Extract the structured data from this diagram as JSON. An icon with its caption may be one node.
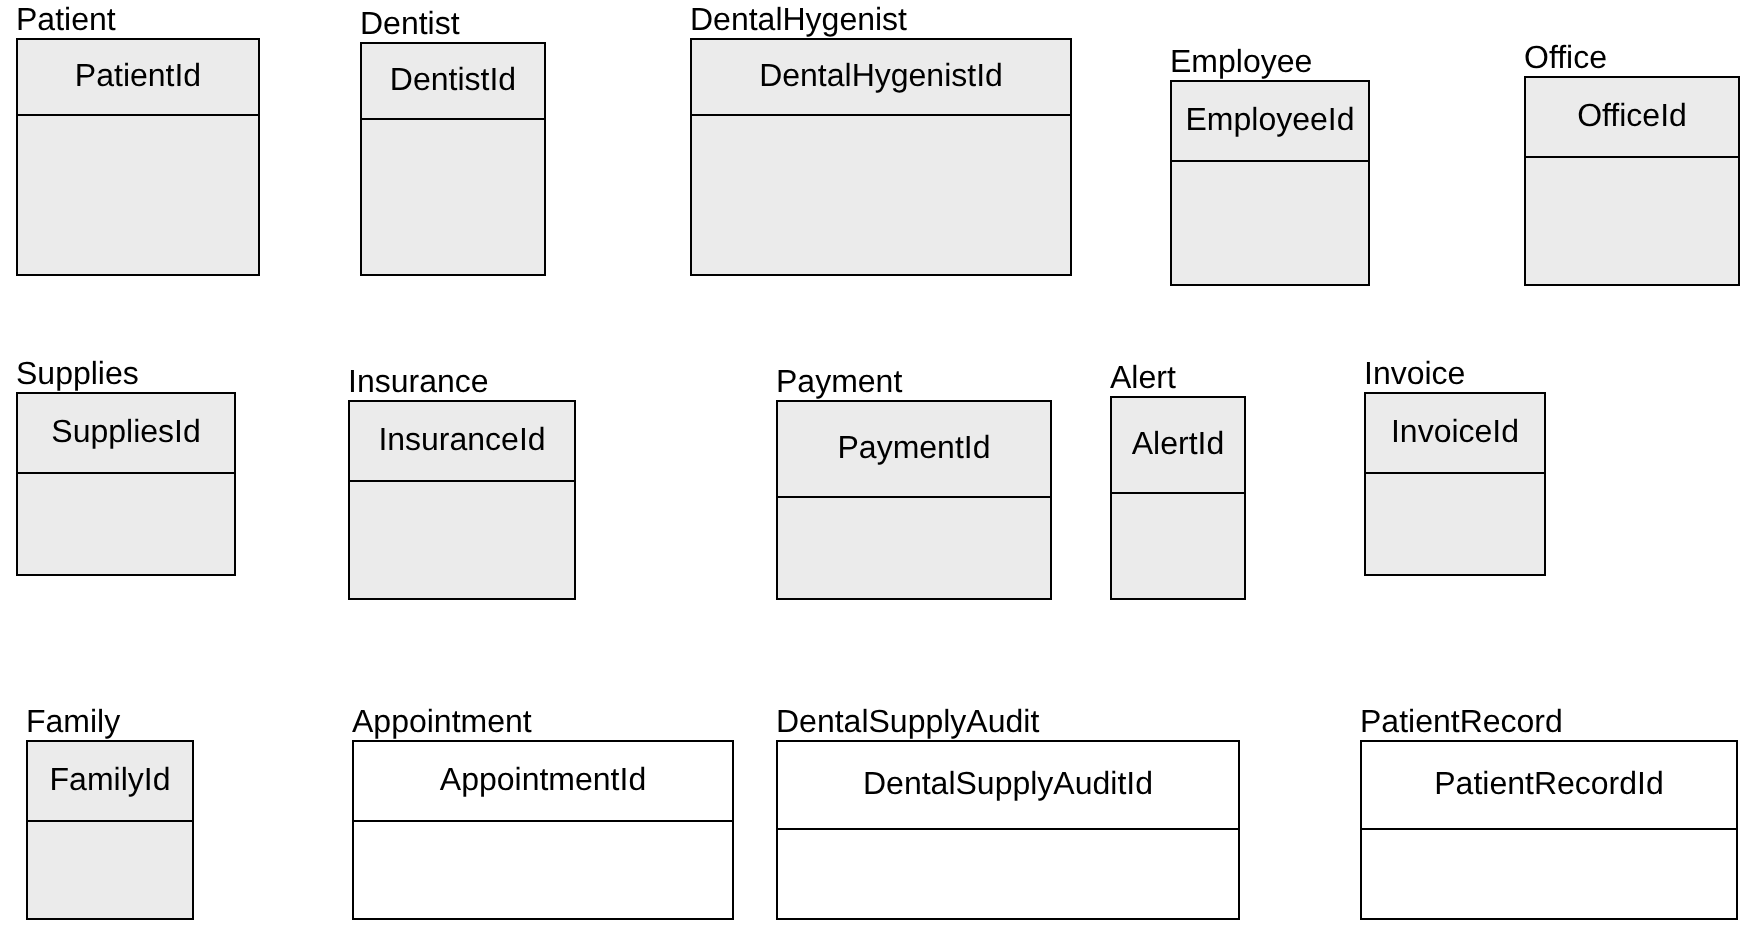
{
  "diagram": {
    "nodes": [
      {
        "text": [
          "Patient",
          "PatientId"
        ]
      },
      {
        "text": [
          "Dentist",
          "DentistId"
        ]
      },
      {
        "text": [
          "DentalHygenist",
          "DentalHygenistId"
        ]
      },
      {
        "text": [
          "Employee",
          "EmployeeId"
        ]
      },
      {
        "text": [
          "Office",
          "OfficeId"
        ]
      },
      {
        "text": [
          "Supplies",
          "SuppliesId"
        ]
      },
      {
        "text": [
          "Insurance",
          "InsuranceId"
        ]
      },
      {
        "text": [
          "Payment",
          "PaymentId"
        ]
      },
      {
        "text": [
          "Alert",
          "AlertId"
        ]
      },
      {
        "text": [
          "Invoice",
          "InvoiceId"
        ]
      },
      {
        "text": [
          "Family",
          "FamilyId"
        ]
      },
      {
        "text": [
          "Appointment",
          "AppointmentId"
        ]
      },
      {
        "text": [
          "DentalSupplyAudit",
          "DentalSupplyAuditId"
        ]
      },
      {
        "text": [
          "PatientRecord",
          "PatientRecordId"
        ]
      }
    ]
  }
}
